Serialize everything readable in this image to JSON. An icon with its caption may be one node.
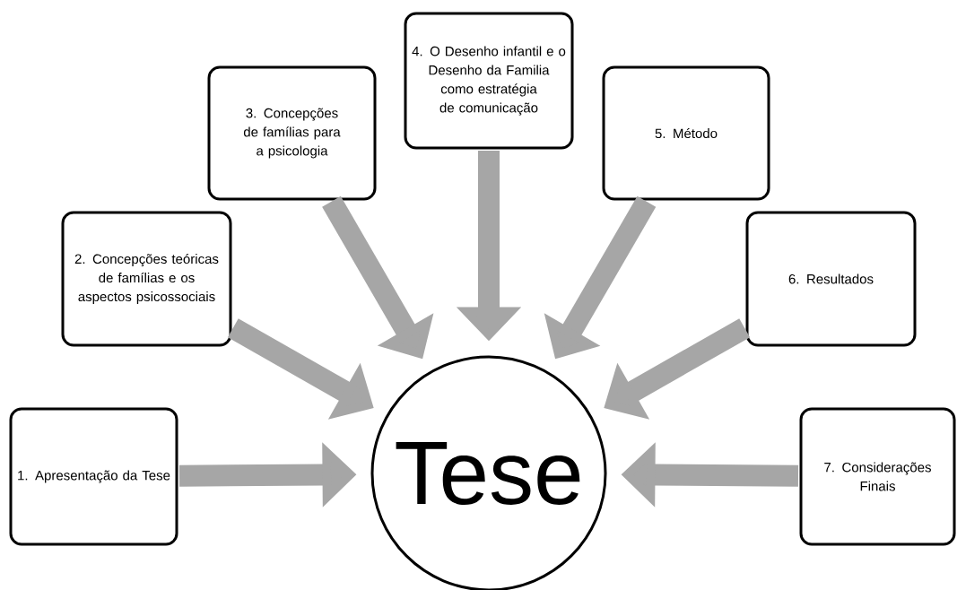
{
  "diagram": {
    "nodes": [
      {
        "text": [
          "1. Apresentação da Tese"
        ]
      },
      {
        "text": [
          "2. Concepções teóricas de famílias e os aspectos psicossociais"
        ]
      },
      {
        "text": [
          "3. Concepções de famílias para a psicologia"
        ]
      },
      {
        "text": [
          "4. O Desenho infantil e o Desenho da Familia como estratégia de comunicação"
        ]
      },
      {
        "text": [
          "5. Método"
        ]
      },
      {
        "text": [
          "6. Resultados"
        ]
      },
      {
        "text": [
          "7. Considerações Finais"
        ]
      },
      {
        "text": [
          "Tese"
        ]
      }
    ],
    "edges": [
      {
        "from": 0,
        "to": 7,
        "arrow": "to"
      },
      {
        "from": 1,
        "to": 7,
        "arrow": "to"
      },
      {
        "from": 2,
        "to": 7,
        "arrow": "to"
      },
      {
        "from": 3,
        "to": 7,
        "arrow": "to"
      },
      {
        "from": 4,
        "to": 7,
        "arrow": "to"
      },
      {
        "from": 5,
        "to": 7,
        "arrow": "to"
      },
      {
        "from": 6,
        "to": 7,
        "arrow": "to"
      }
    ]
  }
}
